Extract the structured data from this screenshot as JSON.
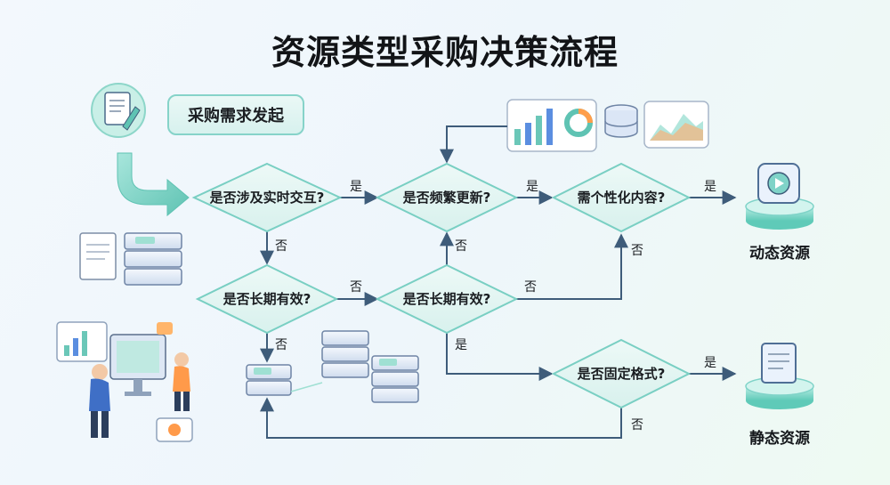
{
  "title": "资源类型采购决策流程",
  "start": "采购需求发起",
  "decisions": {
    "d1": "是否涉及实时交互?",
    "d2": "是否频繁更新?",
    "d3": "需个性化内容?",
    "d4": "是否长期有效?",
    "d5": "是否长期有效?",
    "d6": "是否固定格式?"
  },
  "edges": {
    "yes": "是",
    "no": "否"
  },
  "outcomes": {
    "dynamic": "动态资源",
    "static": "静态资源"
  },
  "colors": {
    "teal": "#7fd3c8",
    "arrow": "#3e5c7a",
    "diamond_fill": "#e2f5f2",
    "diamond_stroke": "#79cfc3"
  }
}
